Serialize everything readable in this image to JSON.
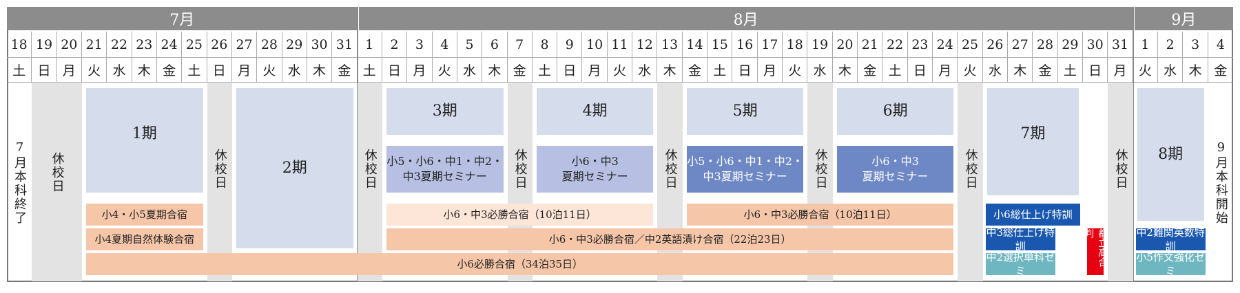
{
  "months": [
    {
      "label": "7月",
      "start": 0,
      "end": 14
    },
    {
      "label": "8月",
      "start": 14,
      "end": 45
    },
    {
      "label": "9月",
      "start": 45,
      "end": 49
    }
  ],
  "dates": [
    "18",
    "19",
    "20",
    "21",
    "22",
    "23",
    "24",
    "25",
    "26",
    "27",
    "28",
    "29",
    "30",
    "31",
    "1",
    "2",
    "3",
    "4",
    "5",
    "6",
    "7",
    "8",
    "9",
    "10",
    "11",
    "12",
    "13",
    "14",
    "15",
    "16",
    "17",
    "18",
    "19",
    "20",
    "21",
    "22",
    "23",
    "24",
    "25",
    "26",
    "27",
    "28",
    "29",
    "30",
    "31",
    "1",
    "2",
    "3",
    "4"
  ],
  "weekdays": [
    "土",
    "日",
    "月",
    "火",
    "水",
    "木",
    "金",
    "土",
    "日",
    "月",
    "火",
    "水",
    "木",
    "金",
    "土",
    "日",
    "月",
    "火",
    "水",
    "木",
    "金",
    "土",
    "日",
    "月",
    "火",
    "水",
    "木",
    "金",
    "土",
    "日",
    "月",
    "火",
    "水",
    "木",
    "金",
    "土",
    "日",
    "月",
    "火",
    "水",
    "木",
    "金",
    "土",
    "日",
    "月",
    "火",
    "水",
    "木",
    "金"
  ],
  "side_notes": [
    {
      "text": "7月本科終了",
      "col": 0
    },
    {
      "text": "9月本科開始",
      "col": 48
    }
  ],
  "holidays": [
    {
      "text": "休校日",
      "start": 1,
      "end": 3
    },
    {
      "text": "休校日",
      "start": 8,
      "end": 9
    },
    {
      "text": "休校日",
      "start": 14,
      "end": 15
    },
    {
      "text": "休校日",
      "start": 20,
      "end": 21
    },
    {
      "text": "休校日",
      "start": 26,
      "end": 27
    },
    {
      "text": "休校日",
      "start": 32,
      "end": 33
    },
    {
      "text": "休校日",
      "start": 38,
      "end": 39
    },
    {
      "text": "休校日",
      "start": 44,
      "end": 45
    }
  ],
  "terms": [
    {
      "label": "1期",
      "start": 3,
      "end": 8
    },
    {
      "label": "2期",
      "start": 9,
      "end": 14
    },
    {
      "label": "3期",
      "start": 15,
      "end": 20
    },
    {
      "label": "4期",
      "start": 21,
      "end": 26
    },
    {
      "label": "5期",
      "start": 27,
      "end": 32
    },
    {
      "label": "6期",
      "start": 33,
      "end": 38
    },
    {
      "label": "7期",
      "start": 39,
      "end": 43
    },
    {
      "label": "8期",
      "start": 45,
      "end": 48
    }
  ],
  "seminars": [
    {
      "lines": [
        "小5・小6・中1・中2・",
        "中3夏期セミナー"
      ],
      "start": 15,
      "end": 20,
      "color": "#b7c0e2",
      "text_color": "#222222"
    },
    {
      "lines": [
        "小6・中3",
        "夏期セミナー"
      ],
      "start": 21,
      "end": 26,
      "color": "#b7c0e2",
      "text_color": "#222222"
    },
    {
      "lines": [
        "小5・小6・中1・中2・",
        "中3夏期セミナー"
      ],
      "start": 27,
      "end": 32,
      "color": "#6e88c6",
      "text_color": "#ffffff"
    },
    {
      "lines": [
        "小6・中3",
        "夏期セミナー"
      ],
      "start": 33,
      "end": 38,
      "color": "#6e88c6",
      "text_color": "#ffffff"
    }
  ],
  "camps": [
    {
      "text": "小4・小5夏期合宿",
      "start": 3,
      "end": 8,
      "row": 0,
      "color": "#f6c6a9",
      "text_color": "#222222"
    },
    {
      "text": "小4夏期自然体験合宿",
      "start": 3,
      "end": 8,
      "row": 1,
      "color": "#f6c6a9",
      "text_color": "#222222"
    },
    {
      "text": "小6・中3必勝合宿（10泊11日）",
      "start": 15,
      "end": 26,
      "row": 0,
      "color": "#fde6d8",
      "text_color": "#222222"
    },
    {
      "text": "小6・中3必勝合宿（10泊11日）",
      "start": 27,
      "end": 38,
      "row": 0,
      "color": "#f6c6a9",
      "text_color": "#222222"
    },
    {
      "text": "小6・中3必勝合宿／中2英語漬け合宿（22泊23日）",
      "start": 15,
      "end": 38,
      "row": 1,
      "color": "#f6c6a9",
      "text_color": "#222222"
    },
    {
      "text": "小6必勝合宿（34泊35日）",
      "start": 3,
      "end": 38,
      "row": 2,
      "color": "#f6c6a9",
      "text_color": "#222222"
    }
  ],
  "specials": [
    {
      "text": "小6総仕上げ特訓",
      "start": 39,
      "end": 43,
      "row": 0,
      "color": "#1a58b0",
      "text_color": "#ffffff"
    },
    {
      "text": "中3総仕上げ特訓",
      "start": 39,
      "end": 42,
      "row": 1,
      "color": "#1a58b0",
      "text_color": "#ffffff"
    },
    {
      "text": "中2選択単科ゼミ",
      "start": 39,
      "end": 42,
      "row": 2,
      "color": "#6fb7c0",
      "text_color": "#ffffff"
    },
    {
      "text": "中2難関英数特訓",
      "start": 45,
      "end": 48,
      "row": 1,
      "color": "#1a58b0",
      "text_color": "#ffffff"
    },
    {
      "text": "小5作文強化ゼミ",
      "start": 45,
      "end": 48,
      "row": 2,
      "color": "#6fb7c0",
      "text_color": "#ffffff"
    }
  ],
  "tokyo_exam": {
    "text": "都立高合判",
    "col": 43,
    "color": "#e60012",
    "text_color": "#ffffff"
  },
  "colors": {
    "header_gray": "#8c8c8c",
    "holiday_gray": "#e3e3e3",
    "term_blue": "#d5dcec",
    "border": "#888888"
  }
}
